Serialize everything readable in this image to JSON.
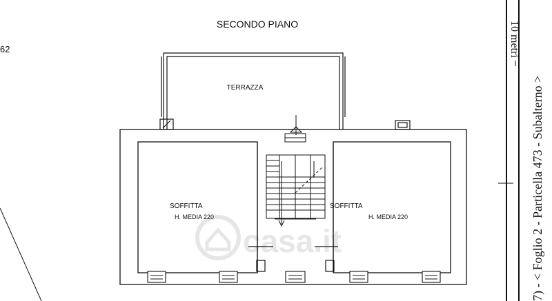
{
  "plan": {
    "title": "SECONDO PIANO",
    "margin_number": "62",
    "rooms": [
      {
        "name": "TERRAZZA",
        "note": ""
      },
      {
        "name": "SOFFITTA",
        "note": "H. MEDIA 220"
      },
      {
        "name": "SOFFITTA",
        "note": "H. MEDIA 220"
      }
    ]
  },
  "sidebar": {
    "scale_text": "10 metri",
    "reference_text": "7) - < Foglio 2 - Particella 473 - Subalterno >"
  },
  "watermark": {
    "text": "casa.it",
    "color": "#e6e6e6"
  },
  "colors": {
    "ink": "#111111",
    "background": "#ffffff"
  }
}
